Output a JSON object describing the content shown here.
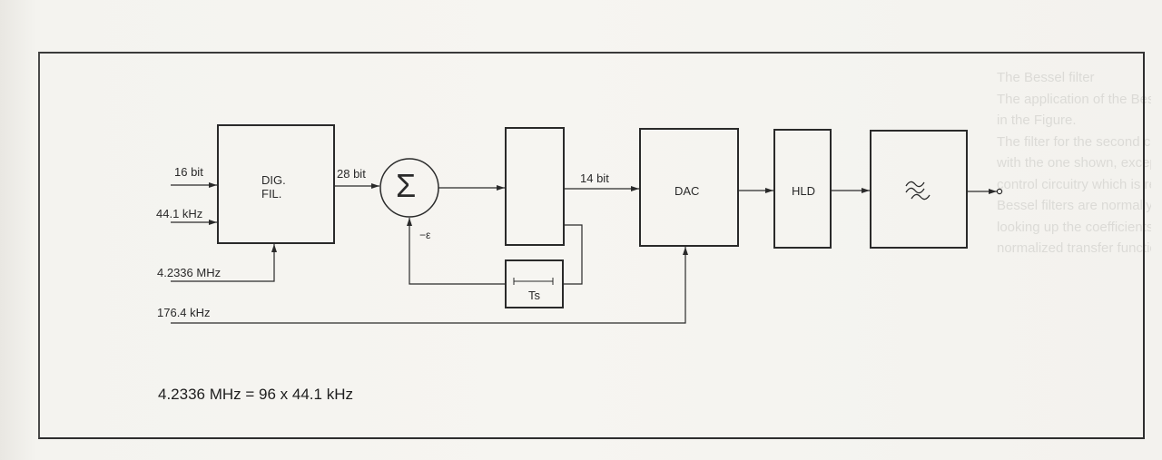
{
  "diagram": {
    "inputs": {
      "bits_in": "16 bit",
      "sample_rate": "44.1 kHz",
      "clock_high": "4.2336 MHz",
      "clock_dac": "176.4 kHz"
    },
    "blocks": {
      "digital_filter": [
        "DIG.",
        "FIL."
      ],
      "summer_symbol": "Σ",
      "error_feedback": "−ε",
      "delay": "Ts",
      "dac": "DAC",
      "hold": "HLD",
      "lowpass_symbol": "≈"
    },
    "signals": {
      "filter_out": "28 bit",
      "quantizer_out": "14 bit"
    },
    "formula": "4.2336 MHz = 96 x 44.1 kHz"
  },
  "bleed_through": {
    "lines": [
      "The Bessel filter",
      "The application of the Bessel filter is shown",
      "in the Figure.",
      "The filter for the second channel is identical",
      "with the one shown, except for the relay",
      "control circuitry which is required only once.",
      "Bessel filters are normally designed by",
      "looking up the coefficients a and b of the",
      "normalized transfer function"
    ]
  },
  "colors": {
    "ink": "#2a2a2a",
    "paper": "#f3f2ee"
  }
}
